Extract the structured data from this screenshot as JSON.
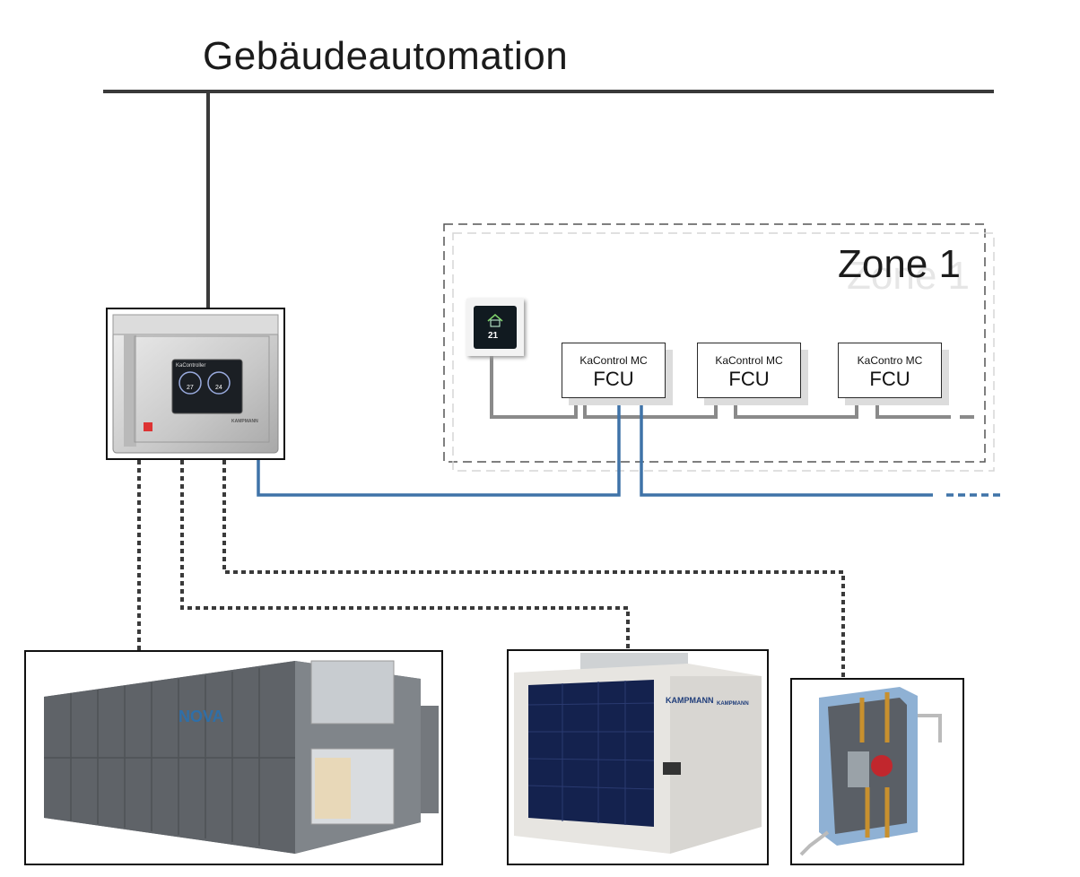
{
  "title": "Gebäudeautomation",
  "zone": {
    "label": "Zone 1"
  },
  "fcus": [
    {
      "model": "KaControl MC",
      "name": "FCU"
    },
    {
      "model": "KaControl MC",
      "name": "FCU"
    },
    {
      "model": "KaContro MC",
      "name": "FCU"
    }
  ],
  "controller": {
    "screen_title": "KaController",
    "brand": "KAMPMANN",
    "readout_1": "27",
    "readout_2": "24"
  },
  "thermostat": {
    "readout": "21"
  },
  "devices": {
    "ahu_brand": "NOVA",
    "chiller_brand": "KAMPMANN",
    "chiller_side_brand": "KAMPMANN"
  },
  "colors": {
    "bus_line": "#3a3a3a",
    "zone_wiring": "#8a8a8a",
    "modbus_line": "#3f73a8",
    "dotted_signal": "#3a3a3a"
  }
}
